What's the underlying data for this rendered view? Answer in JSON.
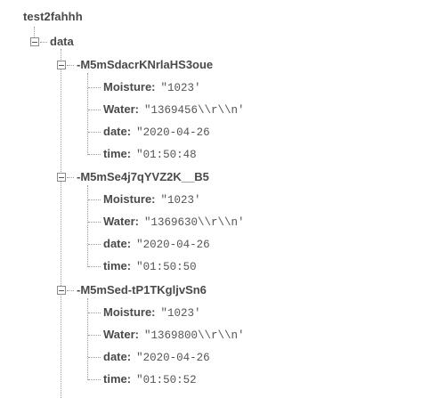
{
  "root": {
    "label": "test2fahhh"
  },
  "data_node": {
    "label": "data"
  },
  "records": [
    {
      "id": "-M5mSdacrKNrlaHS3oue",
      "fields": [
        {
          "key": "Moisture:",
          "value": "\"1023'"
        },
        {
          "key": "Water:",
          "value": "\"1369456\\\\r\\\\n'"
        },
        {
          "key": "date:",
          "value": "\"2020-04-26"
        },
        {
          "key": "time:",
          "value": "\"01:50:48"
        }
      ]
    },
    {
      "id": "-M5mSe4j7qYVZ2K__B5",
      "fields": [
        {
          "key": "Moisture:",
          "value": "\"1023'"
        },
        {
          "key": "Water:",
          "value": "\"1369630\\\\r\\\\n'"
        },
        {
          "key": "date:",
          "value": "\"2020-04-26"
        },
        {
          "key": "time:",
          "value": "\"01:50:50"
        }
      ]
    },
    {
      "id": "-M5mSed-tP1TKgljvSn6",
      "fields": [
        {
          "key": "Moisture:",
          "value": "\"1023'"
        },
        {
          "key": "Water:",
          "value": "\"1369800\\\\r\\\\n'"
        },
        {
          "key": "date:",
          "value": "\"2020-04-26"
        },
        {
          "key": "time:",
          "value": "\"01:50:52"
        }
      ]
    }
  ]
}
